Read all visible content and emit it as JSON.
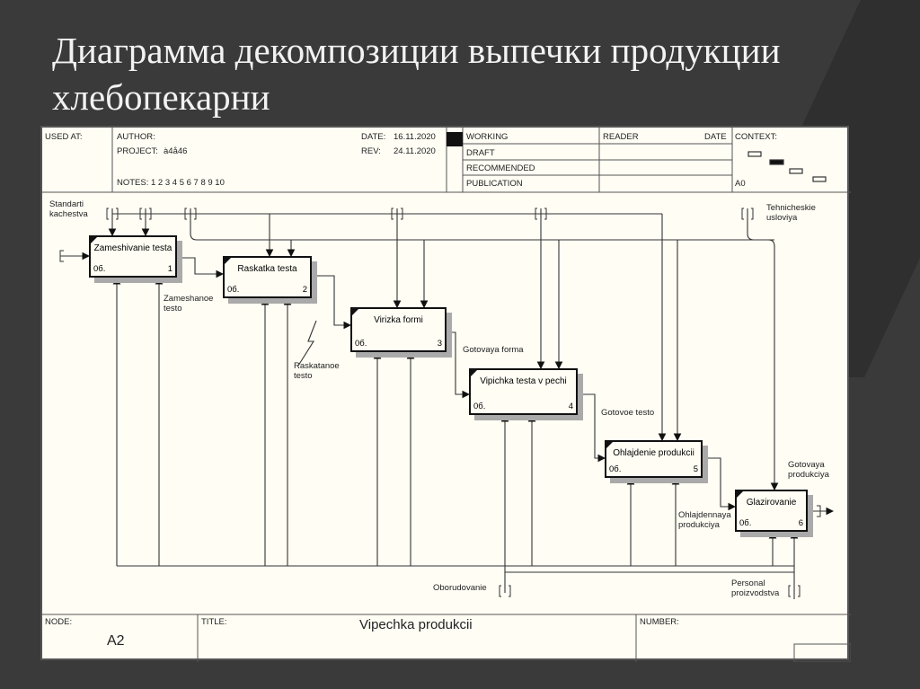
{
  "slide_title": "Диаграмма декомпозиции выпечки продукции хлебопекарни",
  "header": {
    "used_at": "USED AT:",
    "author": "AUTHOR:",
    "project_label": "PROJECT:",
    "project": "à4å46",
    "date_label": "DATE:",
    "date": "16.11.2020",
    "rev_label": "REV:",
    "rev": "24.11.2020",
    "notes": "NOTES:  1  2  3  4  5  6  7  8  9  10",
    "status": [
      "WORKING",
      "DRAFT",
      "RECOMMENDED",
      "PUBLICATION"
    ],
    "reader": "READER",
    "reader_date": "DATE",
    "context": "CONTEXT:",
    "context_node": "A0"
  },
  "boxes": [
    {
      "name": "Zameshivanie testa",
      "ob": "0б.",
      "num": "1"
    },
    {
      "name": "Raskatka testa",
      "ob": "0б.",
      "num": "2"
    },
    {
      "name": "Virizka formi",
      "ob": "0б.",
      "num": "3"
    },
    {
      "name": "Vipichka testa v pechi",
      "ob": "0б.",
      "num": "4"
    },
    {
      "name": "Ohlajdenie produkcii",
      "ob": "0б.",
      "num": "5"
    },
    {
      "name": "Glazirovanie",
      "ob": "0б.",
      "num": "6"
    }
  ],
  "arrows": {
    "standarti": "Standarti kachestva",
    "tehn": "Tehnicheskie usloviya",
    "zameshanoe": "Zameshanoe testo",
    "raskatanoe": "Raskatanoe testo",
    "forma": "Gotovaya forma",
    "gotovoe": "Gotovoe testo",
    "ohlajdennaya": "Ohlajdennaya produkciya",
    "gotovaya_prod": "Gotovaya produkciya",
    "oborudovanie": "Oborudovanie",
    "personal": "Personal proizvodstva"
  },
  "footer": {
    "node_label": "NODE:",
    "node": "A2",
    "title_label": "TITLE:",
    "title": "Vipechka produkcii",
    "number_label": "NUMBER:"
  }
}
